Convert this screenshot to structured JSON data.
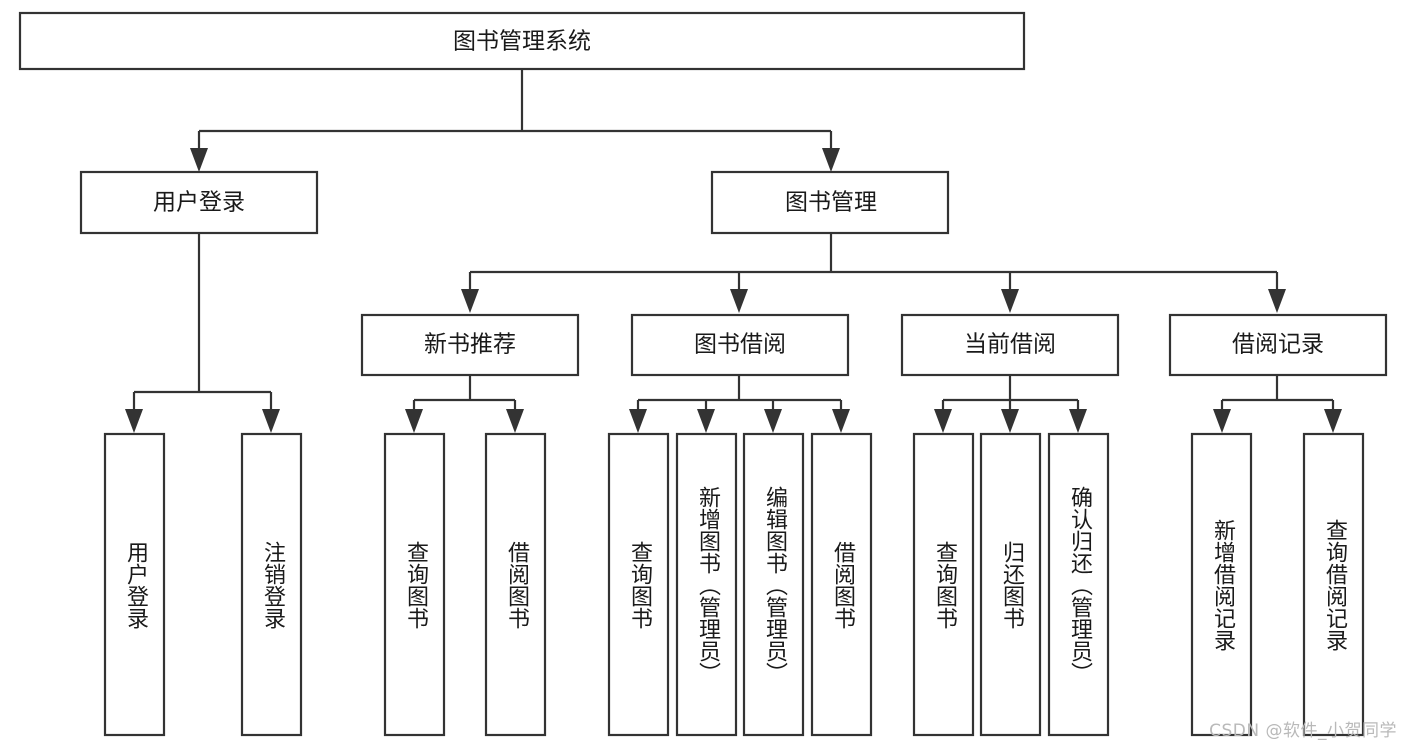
{
  "diagram": {
    "title": "图书管理系统",
    "type": "tree",
    "root": {
      "id": "root",
      "label": "图书管理系统",
      "level": 0
    },
    "level2": [
      {
        "id": "user-login",
        "label": "用户登录"
      },
      {
        "id": "book-manage",
        "label": "图书管理"
      }
    ],
    "level3": [
      {
        "id": "new-book-recommend",
        "label": "新书推荐",
        "parent": "book-manage"
      },
      {
        "id": "book-borrow",
        "label": "图书借阅",
        "parent": "book-manage"
      },
      {
        "id": "current-borrow",
        "label": "当前借阅",
        "parent": "book-manage"
      },
      {
        "id": "borrow-record",
        "label": "借阅记录",
        "parent": "book-manage"
      }
    ],
    "leaves": [
      {
        "id": "leaf-user-login",
        "label": "用户登录",
        "parent": "user-login"
      },
      {
        "id": "leaf-logout",
        "label": "注销登录",
        "parent": "user-login"
      },
      {
        "id": "leaf-query-book-1",
        "label": "查询图书",
        "parent": "new-book-recommend"
      },
      {
        "id": "leaf-borrow-book-1",
        "label": "借阅图书",
        "parent": "new-book-recommend"
      },
      {
        "id": "leaf-query-book-2",
        "label": "查询图书",
        "parent": "book-borrow"
      },
      {
        "id": "leaf-add-book",
        "label": "新增图书（管理员）",
        "parent": "book-borrow"
      },
      {
        "id": "leaf-edit-book",
        "label": "编辑图书（管理员）",
        "parent": "book-borrow"
      },
      {
        "id": "leaf-borrow-book-2",
        "label": "借阅图书",
        "parent": "book-borrow"
      },
      {
        "id": "leaf-query-book-3",
        "label": "查询图书",
        "parent": "current-borrow"
      },
      {
        "id": "leaf-return-book",
        "label": "归还图书",
        "parent": "current-borrow"
      },
      {
        "id": "leaf-confirm-return",
        "label": "确认归还（管理员）",
        "parent": "current-borrow"
      },
      {
        "id": "leaf-add-record",
        "label": "新增借阅记录",
        "parent": "borrow-record"
      },
      {
        "id": "leaf-query-record",
        "label": "查询借阅记录",
        "parent": "borrow-record"
      }
    ]
  },
  "watermark": {
    "text": "CSDN @软件_小贺同学"
  },
  "colors": {
    "stroke": "#333333",
    "box_fill": "#ffffff",
    "text": "#1a1a1a",
    "watermark": "#b9b9b9",
    "background": "#ffffff"
  }
}
